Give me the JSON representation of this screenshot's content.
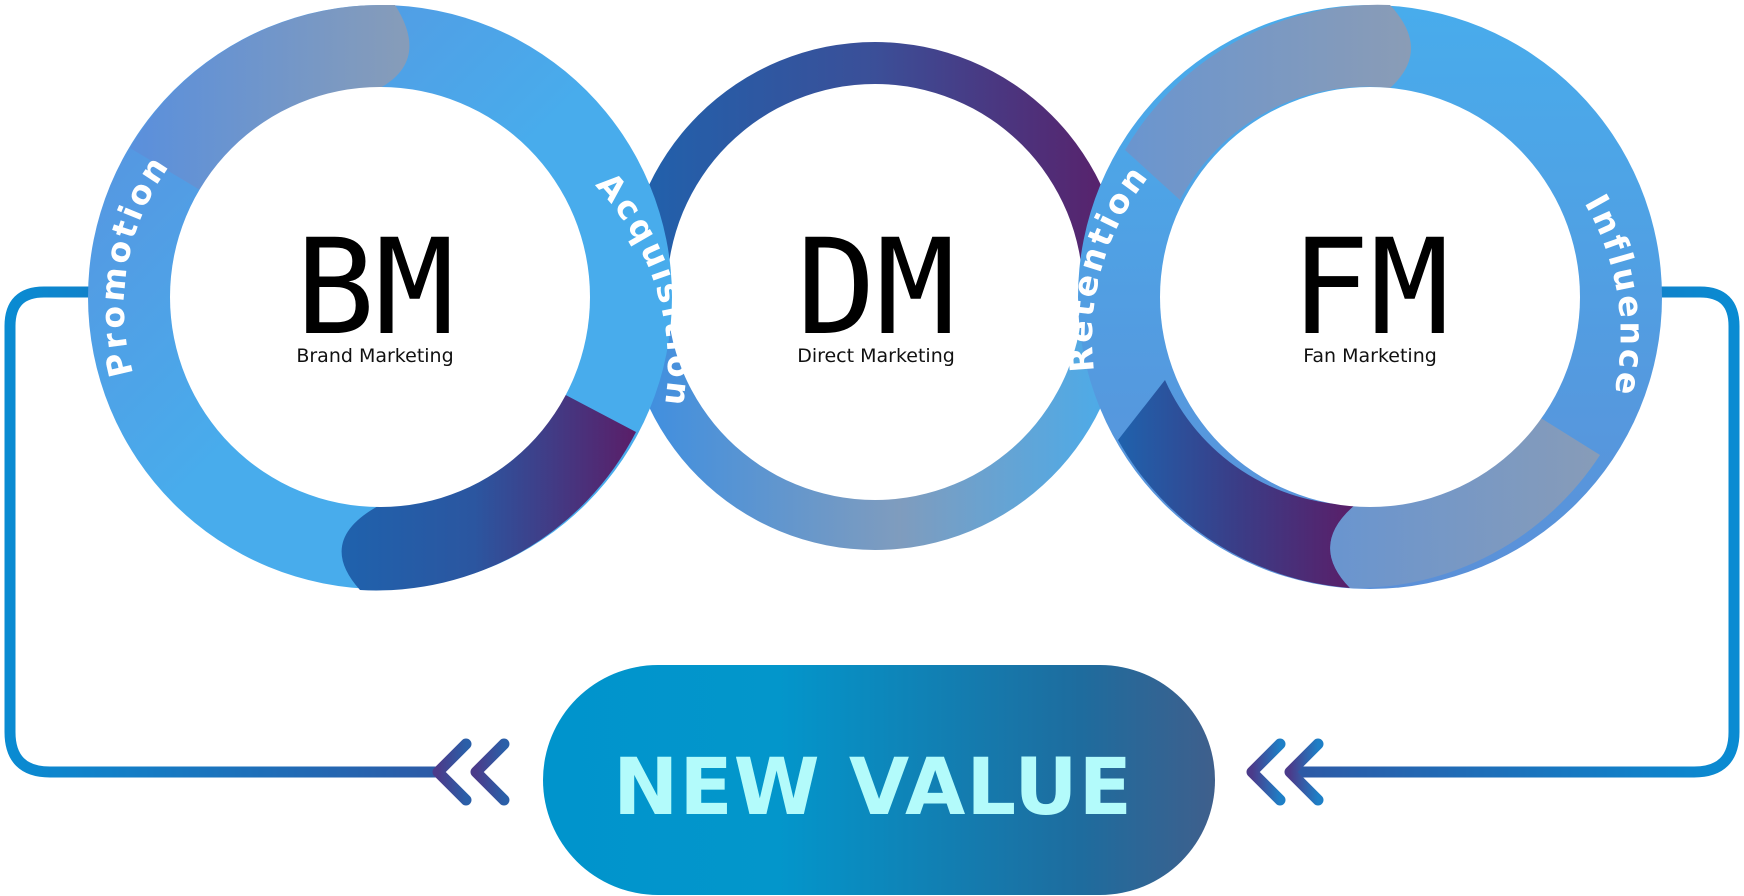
{
  "colors": {
    "light_blue": "#48acec",
    "mid_blue": "#3b8ee2",
    "gray_blue": "#7f9cbe",
    "royal_blue": "#1f62ad",
    "purple": "#5a1e68",
    "connector_blue": "#0a8bd2",
    "pill_start": "#0094cc",
    "pill_end": "#3f5f8c",
    "pill_text": "#b3fbfb",
    "chevron_purple": "#4b3b8a",
    "chevron_blue": "#2a5fa8"
  },
  "circles": [
    {
      "abbr": "BM",
      "name": "Brand Marketing"
    },
    {
      "abbr": "DM",
      "name": "Direct Marketing"
    },
    {
      "abbr": "FM",
      "name": "Fan Marketing"
    }
  ],
  "stages": {
    "promotion": "Promotion",
    "acquisition": "Acquisition",
    "retention": "Retention",
    "influence": "Influence"
  },
  "result": {
    "label": "NEW VALUE"
  }
}
